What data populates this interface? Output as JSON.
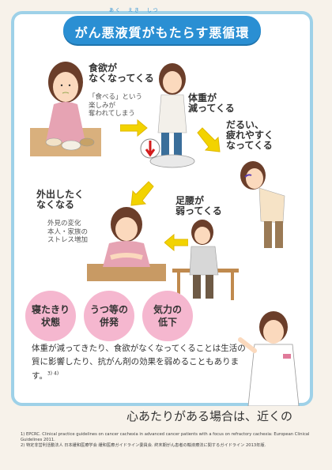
{
  "title": {
    "ruby": "あく　えき　しつ",
    "text": "がん悪液質がもたらす悪循環"
  },
  "panels": {
    "appetite": {
      "heading": "食欲が\nなくなってくる",
      "sub": "「食べる」という\n楽しみが\n奪われてしまう"
    },
    "weight": {
      "heading": "体重が\n減ってくる"
    },
    "fatigue": {
      "heading": "だるい、\n疲れやすく\nなってくる"
    },
    "legs": {
      "heading": "足腰が\n弱ってくる"
    },
    "outing": {
      "heading": "外出したく\nなくなる",
      "sub": "外見の変化\n本人・家族の\nストレス増加"
    }
  },
  "badges": [
    "寝たきり\n状態",
    "うつ等の\n併発",
    "気力の\n低下"
  ],
  "body_text": "体重が減ってきたり、食欲がなくなってくることは生活の質に影響したり、抗がん剤の効果を弱めることもあります。",
  "body_ref": "3) 4)",
  "bottom_heading": "心あたりがある場合は、近くの",
  "footnotes": [
    "1) EPCRC. Clinical practice guidelines on cancer cachexia in advanced cancer patients with a focus on refractory cachexia: European Clinical Guidelines 2011.",
    "2) 特定非営利活動法人 日本緩和医療学会 緩和医療ガイドライン委員会. 終末期がん患者の輸液療法に関するガイドライン 2013年版."
  ],
  "colors": {
    "frame": "#9ed1e8",
    "banner": "#2a8fd3",
    "arrow": "#f2d300",
    "badge": "#f5b7cf",
    "background": "#f7f2ea"
  }
}
